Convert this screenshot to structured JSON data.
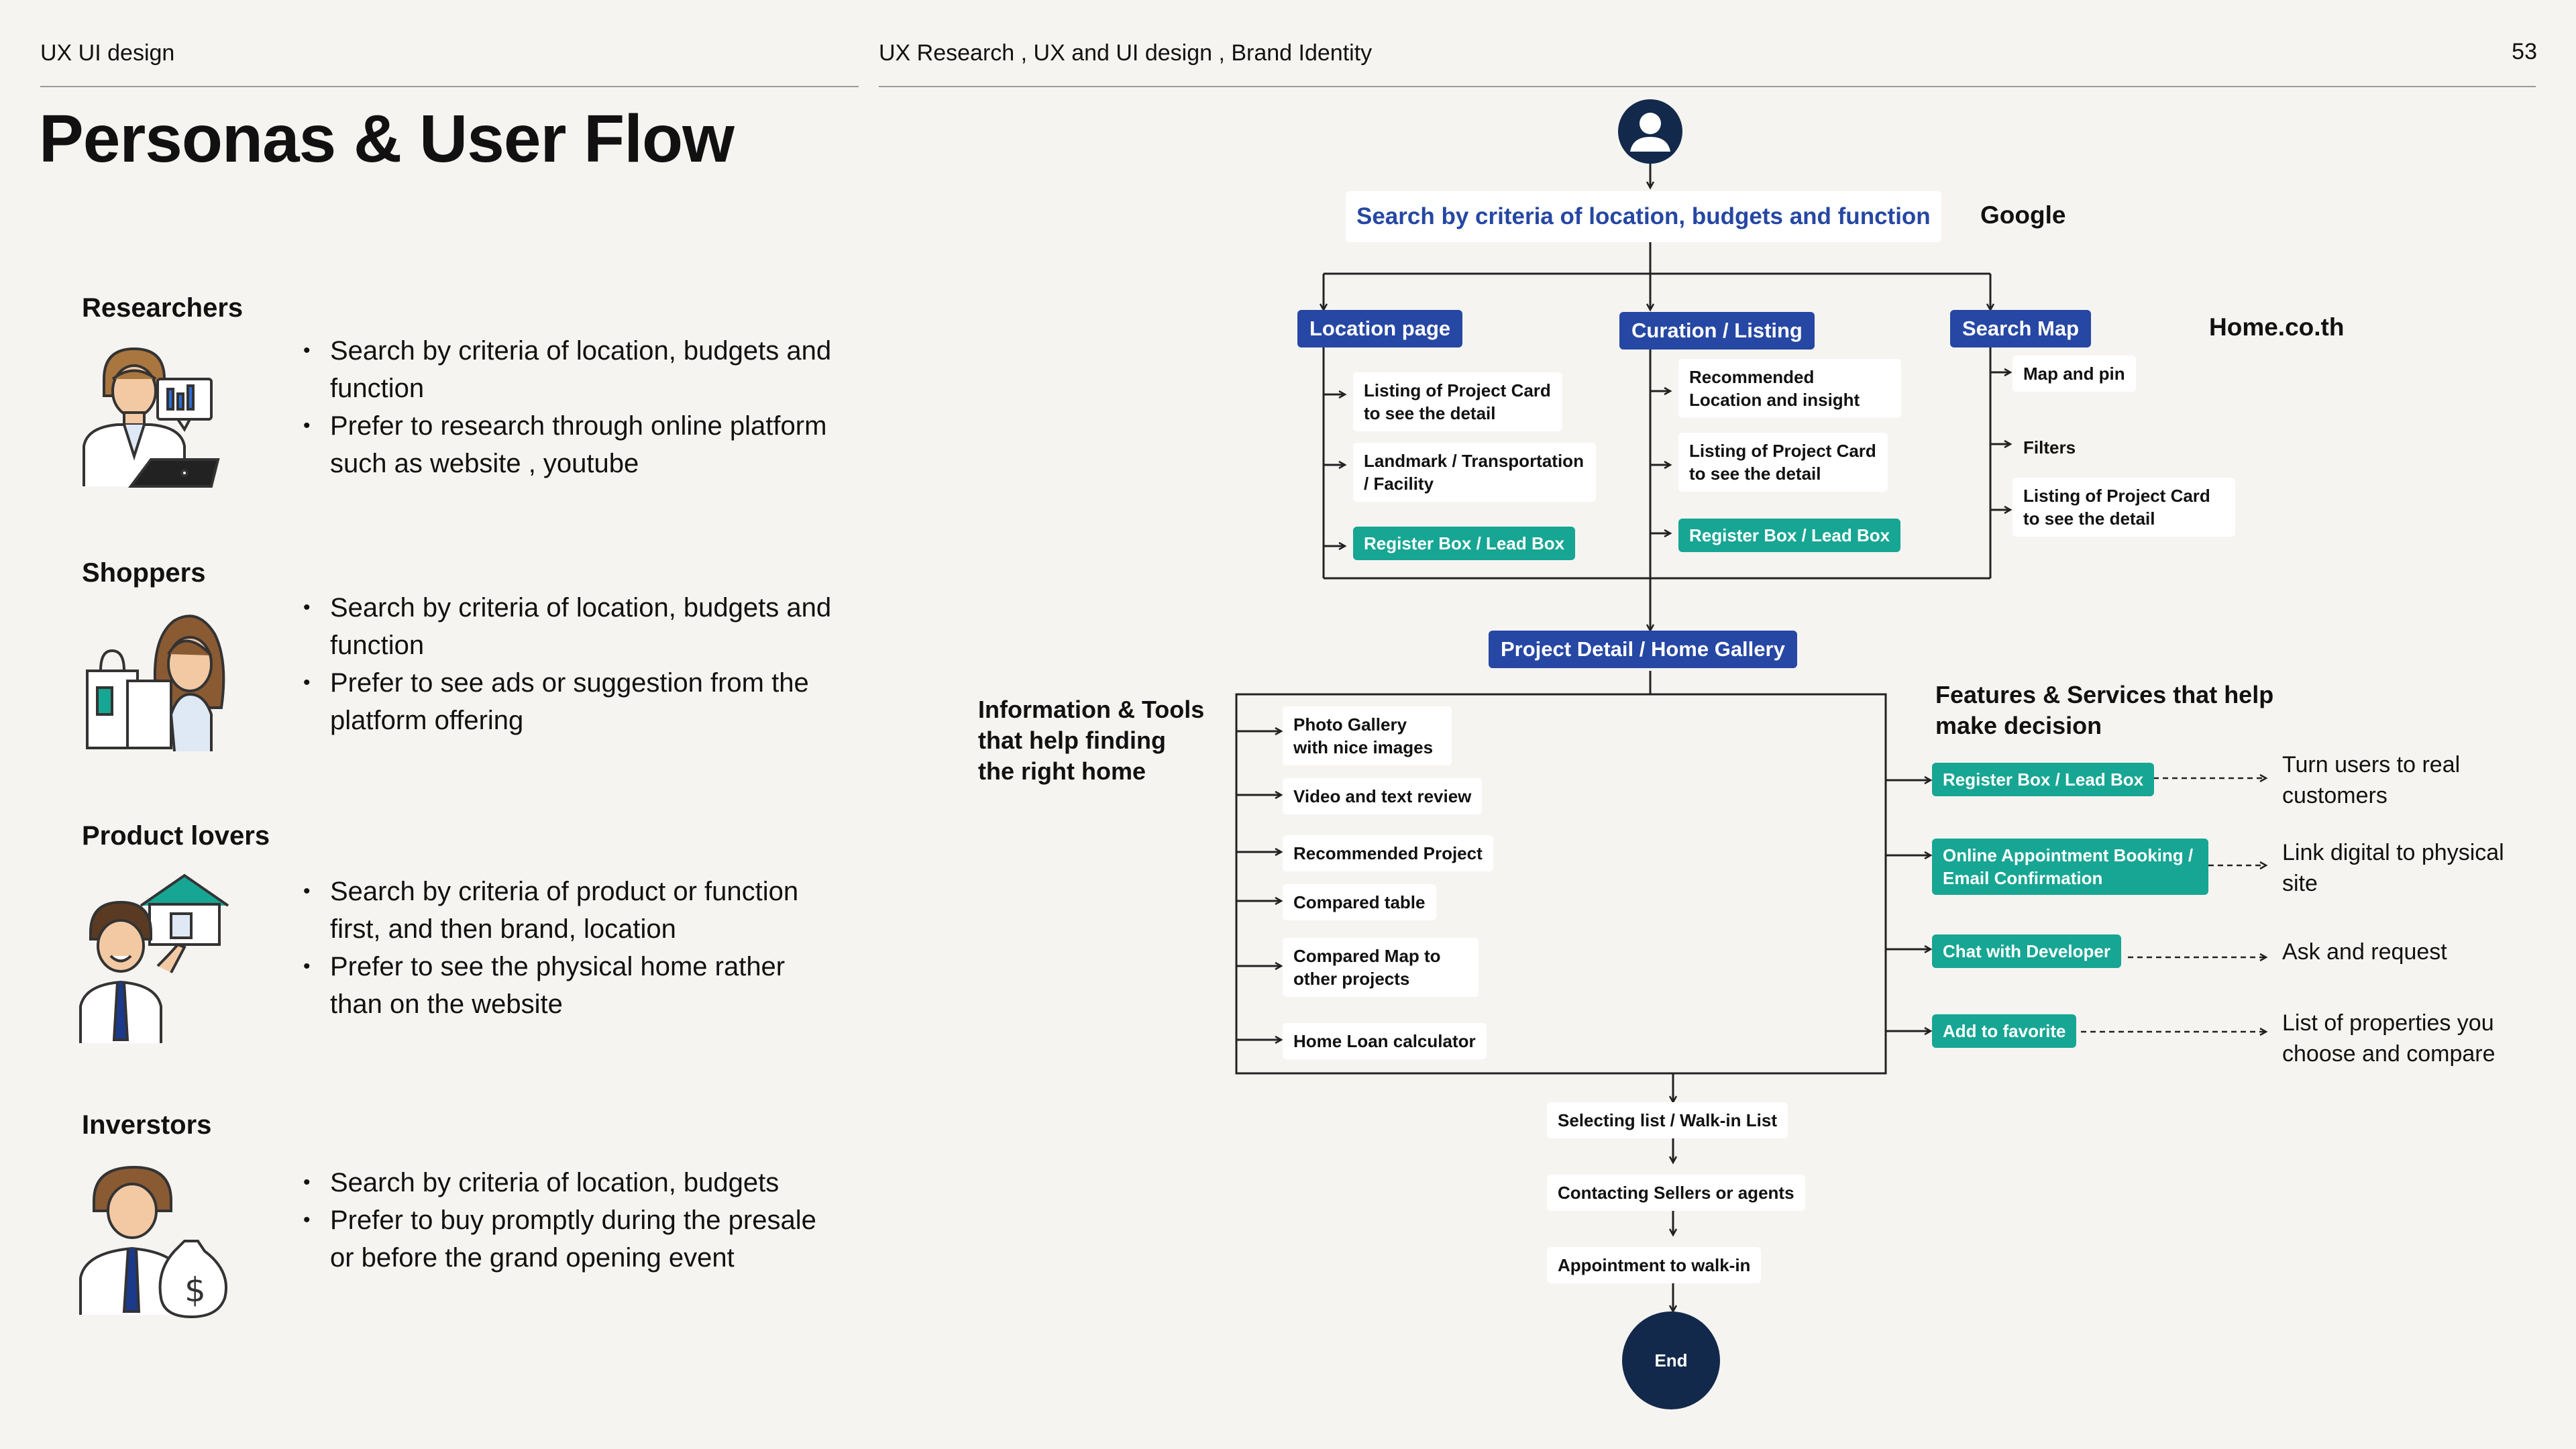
{
  "header": {
    "left": "UX UI design",
    "center": "UX Research , UX and UI design , Brand Identity",
    "page_number": "53"
  },
  "title": "Personas & User Flow",
  "personas": [
    {
      "name": "Researchers",
      "icon": "researcher-laptop-icon",
      "bullets": [
        "Search  by criteria of location, budgets and function",
        "Prefer to research through online platform such as website , youtube"
      ]
    },
    {
      "name": "Shoppers",
      "icon": "shopper-bag-icon",
      "bullets": [
        "Search by criteria of location, budgets and function",
        "Prefer to see ads or suggestion from the platform offering"
      ]
    },
    {
      "name": "Product lovers",
      "icon": "product-lover-house-icon",
      "bullets": [
        "Search by criteria of product or function first, and then brand, location",
        "Prefer to see the physical home rather than on the website"
      ]
    },
    {
      "name": "Inverstors",
      "icon": "investor-money-bag-icon",
      "bullets": [
        "Search  by criteria of location, budgets",
        "Prefer to buy promptly during the presale or before the grand opening event"
      ]
    }
  ],
  "flow": {
    "start_icon": "user-avatar-icon",
    "search": "Search  by criteria of location, budgets and function",
    "google": "Google",
    "homecoth": "Home.co.th",
    "columns": {
      "location_page": "Location page",
      "curation": "Curation / Listing",
      "search_map": "Search Map"
    },
    "location_items": [
      "Listing of Project Card to see the detail",
      "Landmark / Transportation / Facility"
    ],
    "location_register": "Register Box / Lead Box",
    "curation_items": [
      "Recommended Location and insight",
      "Listing of Project Card to see the detail"
    ],
    "curation_register": "Register Box / Lead Box",
    "map_items": [
      "Map and  pin",
      "Filters",
      "Listing of Project Card to see the detail"
    ],
    "project_detail": "Project Detail /  Home Gallery",
    "info_tools_label": "Information & Tools that help finding the right home",
    "info_items": [
      "Photo Gallery with nice images",
      "Video and text review",
      "Recommended  Project",
      "Compared table",
      "Compared Map to other projects",
      "Home Loan calculator"
    ],
    "features_label": "Features & Services that help make decision",
    "feature_items": [
      "Register Box / Lead Box",
      "Online Appointment Booking / Email Confirmation",
      "Chat with Developer",
      "Add to favorite"
    ],
    "feature_notes": [
      "Turn users to real customers",
      "Link digital to physical site",
      "Ask and request",
      "List of properties you choose and compare"
    ],
    "bottom_steps": [
      "Selecting list / Walk-in List",
      "Contacting Sellers or agents",
      "Appointment to walk-in"
    ],
    "end": "End"
  },
  "colors": {
    "blue": "#2647a3",
    "teal": "#17a693",
    "navy": "#13294b",
    "background": "#f6f4f1"
  }
}
